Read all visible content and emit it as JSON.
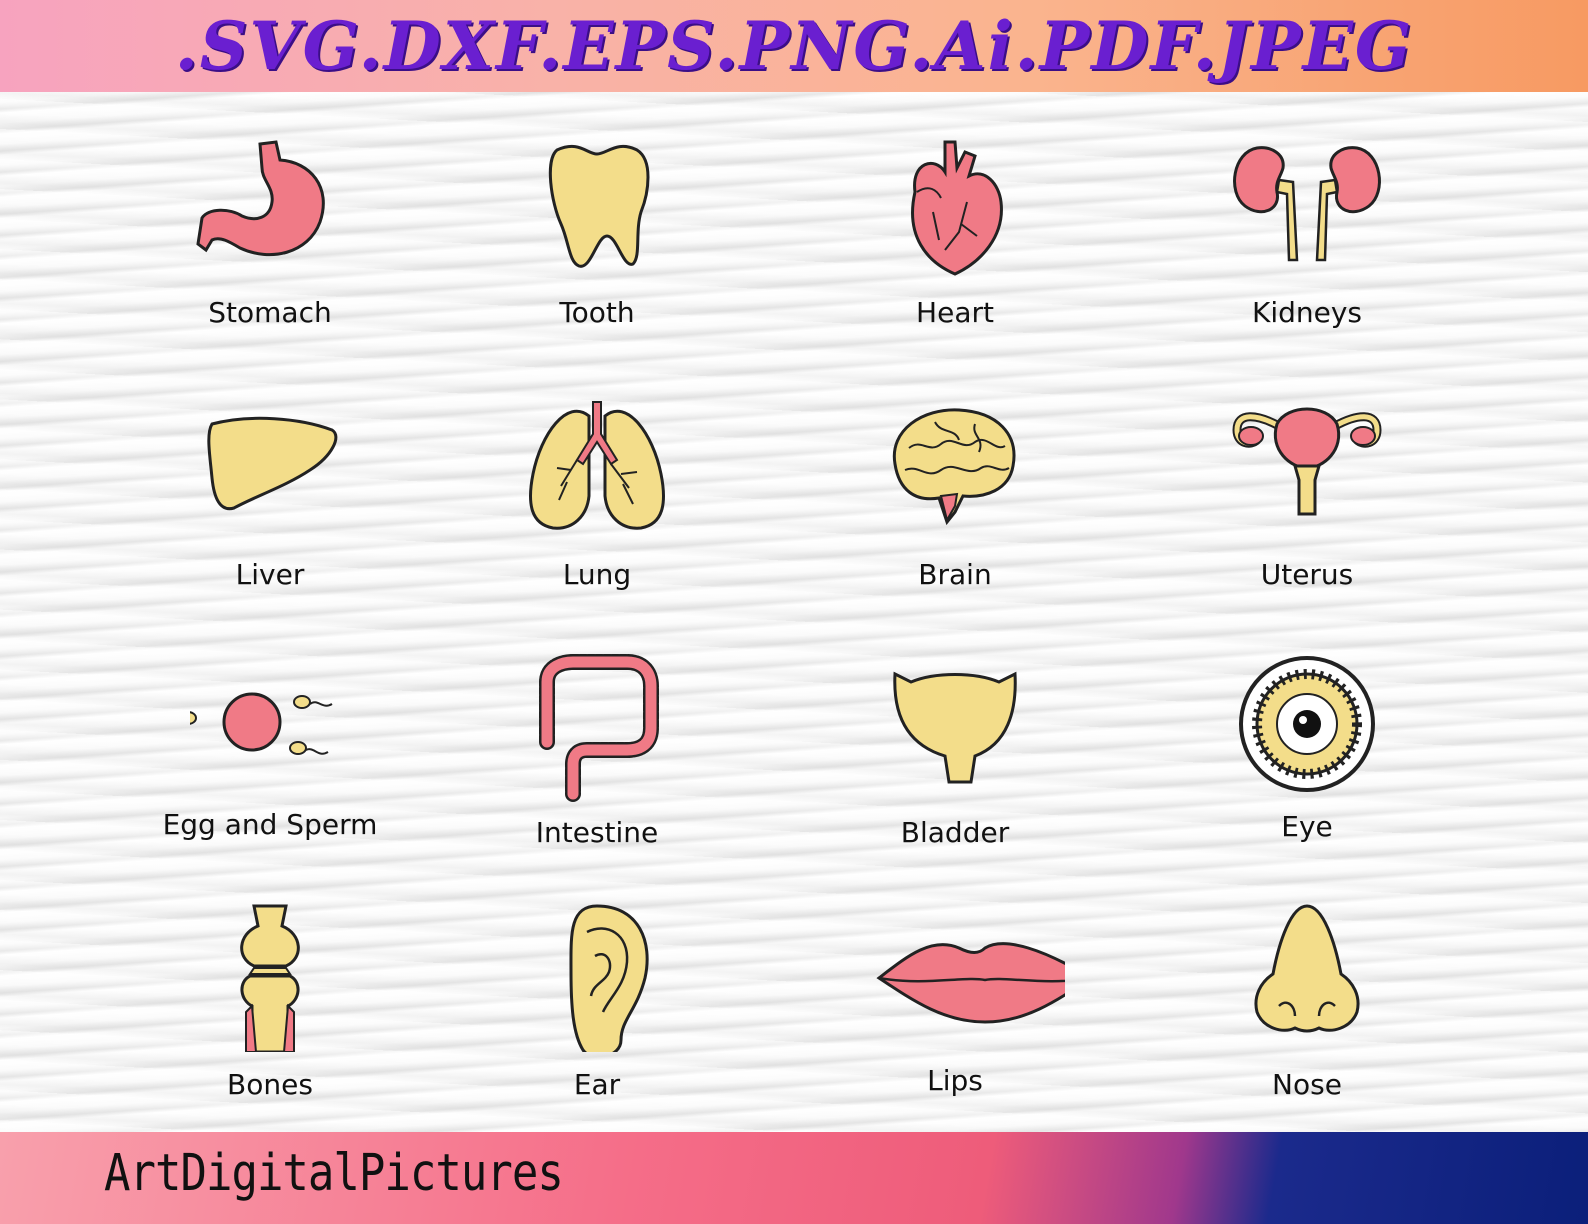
{
  "header": {
    "formats": ".SVG.DXF.EPS.PNG.Ai.PDF.JPEG"
  },
  "colors": {
    "pink": "#f07a86",
    "yellow": "#f3dd8a",
    "outline": "#222222",
    "format_text": "#6a1fd0"
  },
  "items": [
    {
      "label": "Stomach",
      "icon": "stomach-icon"
    },
    {
      "label": "Tooth",
      "icon": "tooth-icon"
    },
    {
      "label": "Heart",
      "icon": "heart-icon"
    },
    {
      "label": "Kidneys",
      "icon": "kidneys-icon"
    },
    {
      "label": "Liver",
      "icon": "liver-icon"
    },
    {
      "label": "Lung",
      "icon": "lung-icon"
    },
    {
      "label": "Brain",
      "icon": "brain-icon"
    },
    {
      "label": "Uterus",
      "icon": "uterus-icon"
    },
    {
      "label": "Egg and Sperm",
      "icon": "egg-and-sperm-icon"
    },
    {
      "label": "Intestine",
      "icon": "intestine-icon"
    },
    {
      "label": "Bladder",
      "icon": "bladder-icon"
    },
    {
      "label": "Eye",
      "icon": "eye-icon"
    },
    {
      "label": "Bones",
      "icon": "bones-icon"
    },
    {
      "label": "Ear",
      "icon": "ear-icon"
    },
    {
      "label": "Lips",
      "icon": "lips-icon"
    },
    {
      "label": "Nose",
      "icon": "nose-icon"
    }
  ],
  "footer": {
    "brand": "ArtDigitalPictures"
  }
}
